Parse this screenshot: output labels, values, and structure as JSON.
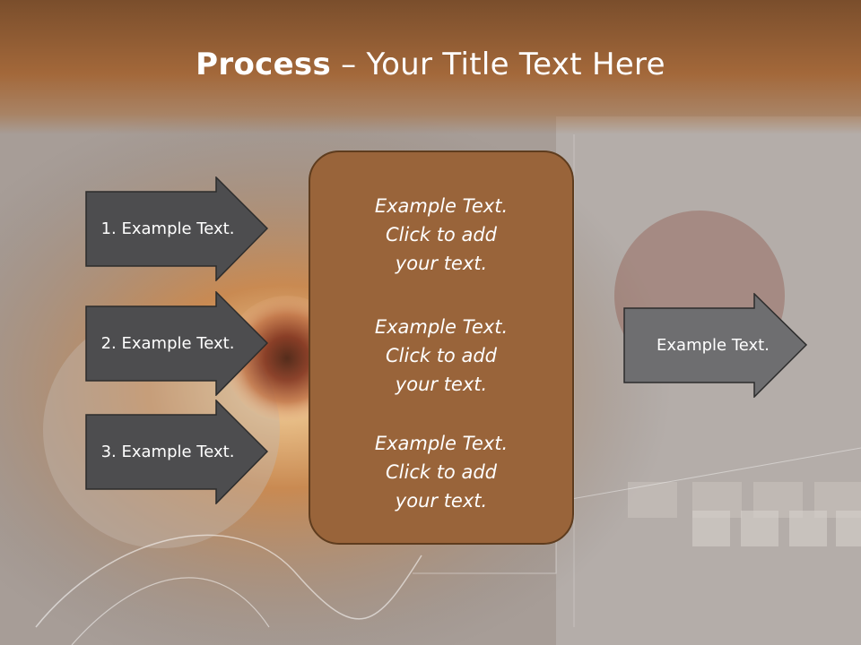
{
  "title": {
    "bold": "Process",
    "rest": " – Your Title Text Here"
  },
  "left_steps": [
    {
      "label": "1. Example Text."
    },
    {
      "label": "2. Example Text."
    },
    {
      "label": "3. Example Text."
    }
  ],
  "center_box": {
    "paragraphs": [
      {
        "line1": "Example Text.",
        "line2": "Click  to add",
        "line3": "your text."
      },
      {
        "line1": "Example Text.",
        "line2": "Click  to add",
        "line3": "your text."
      },
      {
        "line1": "Example Text.",
        "line2": "Click  to add",
        "line3": "your text."
      }
    ]
  },
  "right_arrow": {
    "label": "Example Text."
  },
  "colors": {
    "title_band": "#9c6335",
    "dark_arrow": "#4d4d4f",
    "right_arrow": "#6e6e70",
    "center_box": "#99643a"
  }
}
